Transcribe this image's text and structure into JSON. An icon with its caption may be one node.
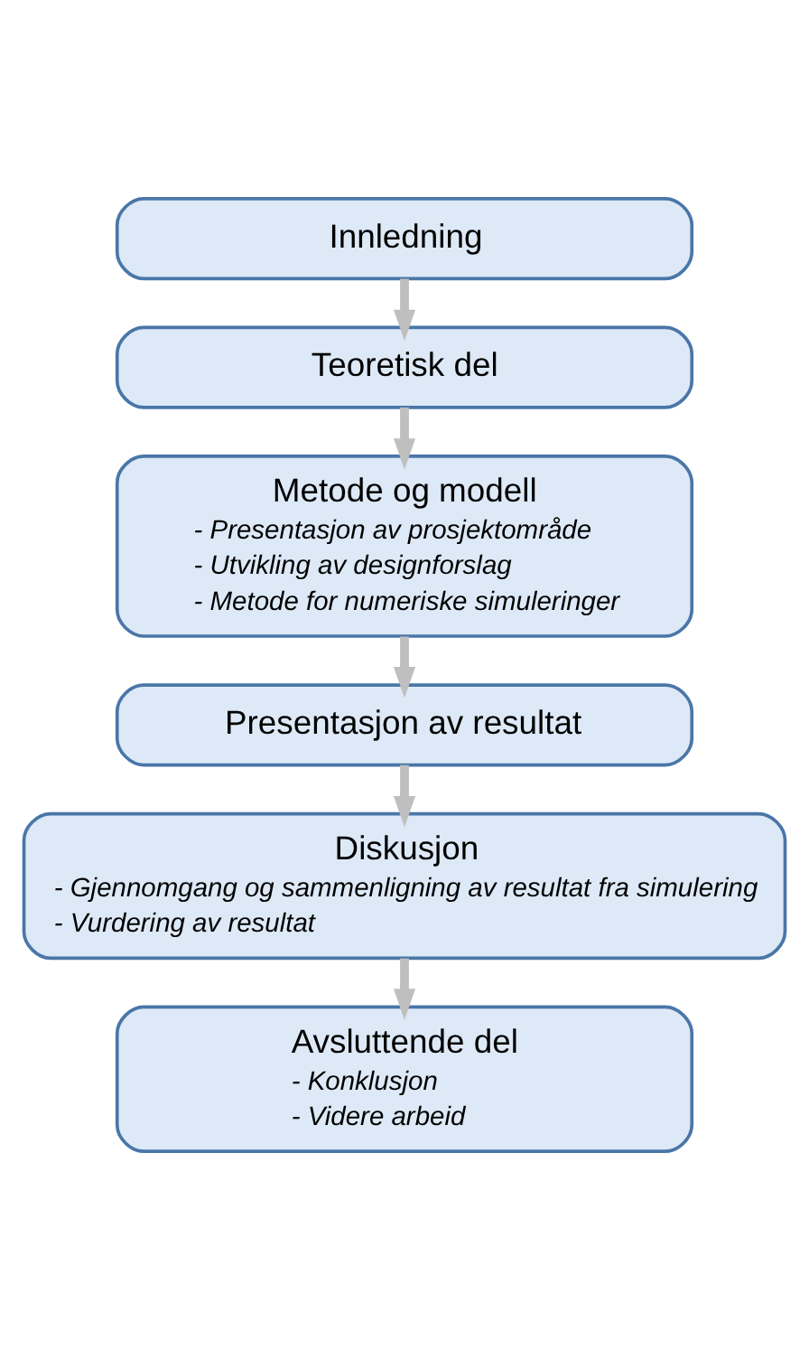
{
  "diagram": {
    "nodes": [
      {
        "text": [
          "Innledning"
        ]
      },
      {
        "text": [
          "Teoretisk del"
        ]
      },
      {
        "text": [
          "Metode og modell",
          "- Presentasjon av prosjektområde",
          "- Utvikling av designforslag",
          "- Metode for numeriske simuleringer"
        ]
      },
      {
        "text": [
          "Presentasjon av resultat"
        ]
      },
      {
        "text": [
          "Diskusjon",
          "- Gjennomgang og sammenligning av resultat fra simulering",
          "- Vurdering av resultat"
        ]
      },
      {
        "text": [
          "Avsluttende del",
          "- Konklusjon",
          "- Videre arbeid"
        ]
      }
    ],
    "edges": [
      {
        "from": 0,
        "to": 1,
        "arrow": "to"
      },
      {
        "from": 1,
        "to": 2,
        "arrow": "to"
      },
      {
        "from": 2,
        "to": 3,
        "arrow": "to"
      },
      {
        "from": 3,
        "to": 4,
        "arrow": "to"
      },
      {
        "from": 4,
        "to": 5,
        "arrow": "to"
      }
    ]
  }
}
